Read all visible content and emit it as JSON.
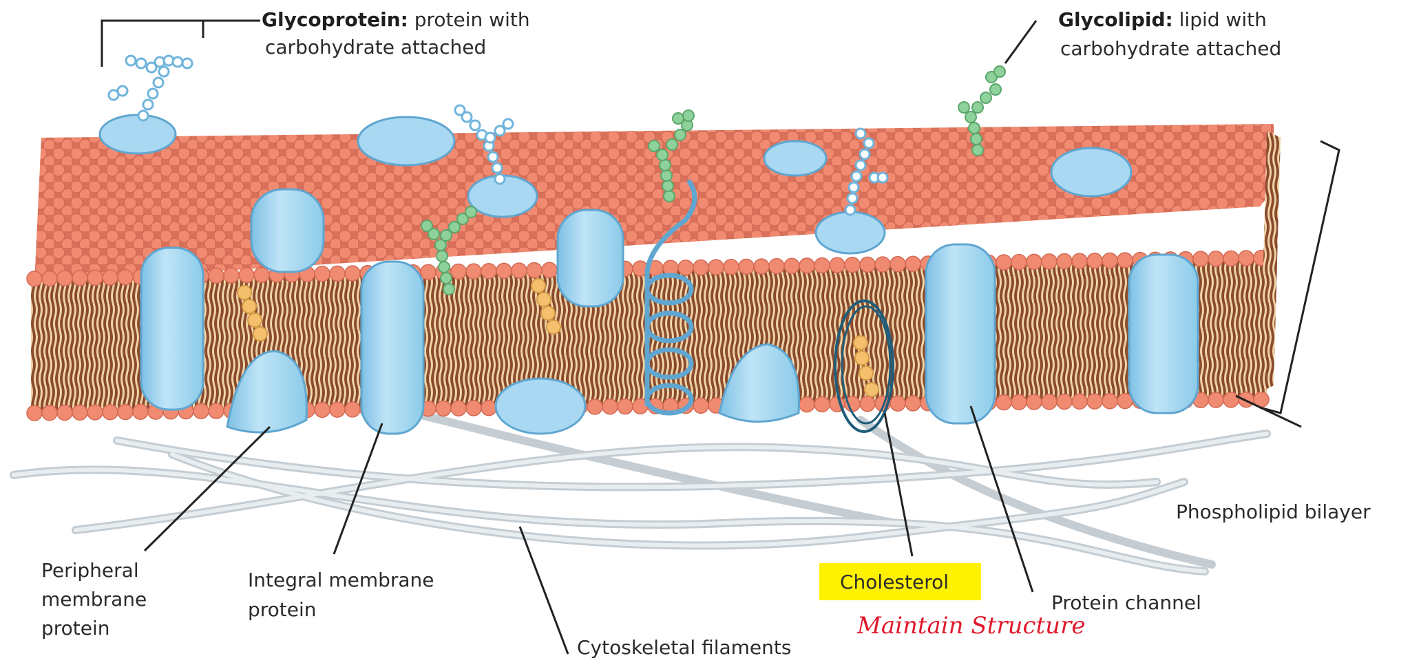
{
  "labels": {
    "glycoprotein_term": "Glycoprotein:",
    "glycoprotein_desc_1": " protein with",
    "glycoprotein_desc_2": "carbohydrate attached",
    "glycolipid_term": "Glycolipid:",
    "glycolipid_desc_1": " lipid with",
    "glycolipid_desc_2": "carbohydrate attached",
    "phospholipid_bilayer": "Phospholipid bilayer",
    "peripheral_1": "Peripheral",
    "peripheral_2": "membrane",
    "peripheral_3": "protein",
    "integral_1": "Integral membrane",
    "integral_2": "protein",
    "cytoskeletal": "Cytoskeletal filaments",
    "cholesterol": "Cholesterol",
    "protein_channel": "Protein channel"
  },
  "annotations": {
    "handwritten_1": "Maintain Structure"
  },
  "colors": {
    "phosphate_head": "#f08a70",
    "lipid_tail": "#e8c99a",
    "protein": "#a9d8f2",
    "protein_dark": "#6fb4dc",
    "carb_blue": "#9ed2ef",
    "carb_green": "#8fd19a",
    "cholesterol": "#f4c06e",
    "filament": "#d4dbe0",
    "highlight": "#fff200",
    "annotation_ink": "#e0192b",
    "circle_ink": "#1f5d7a"
  }
}
